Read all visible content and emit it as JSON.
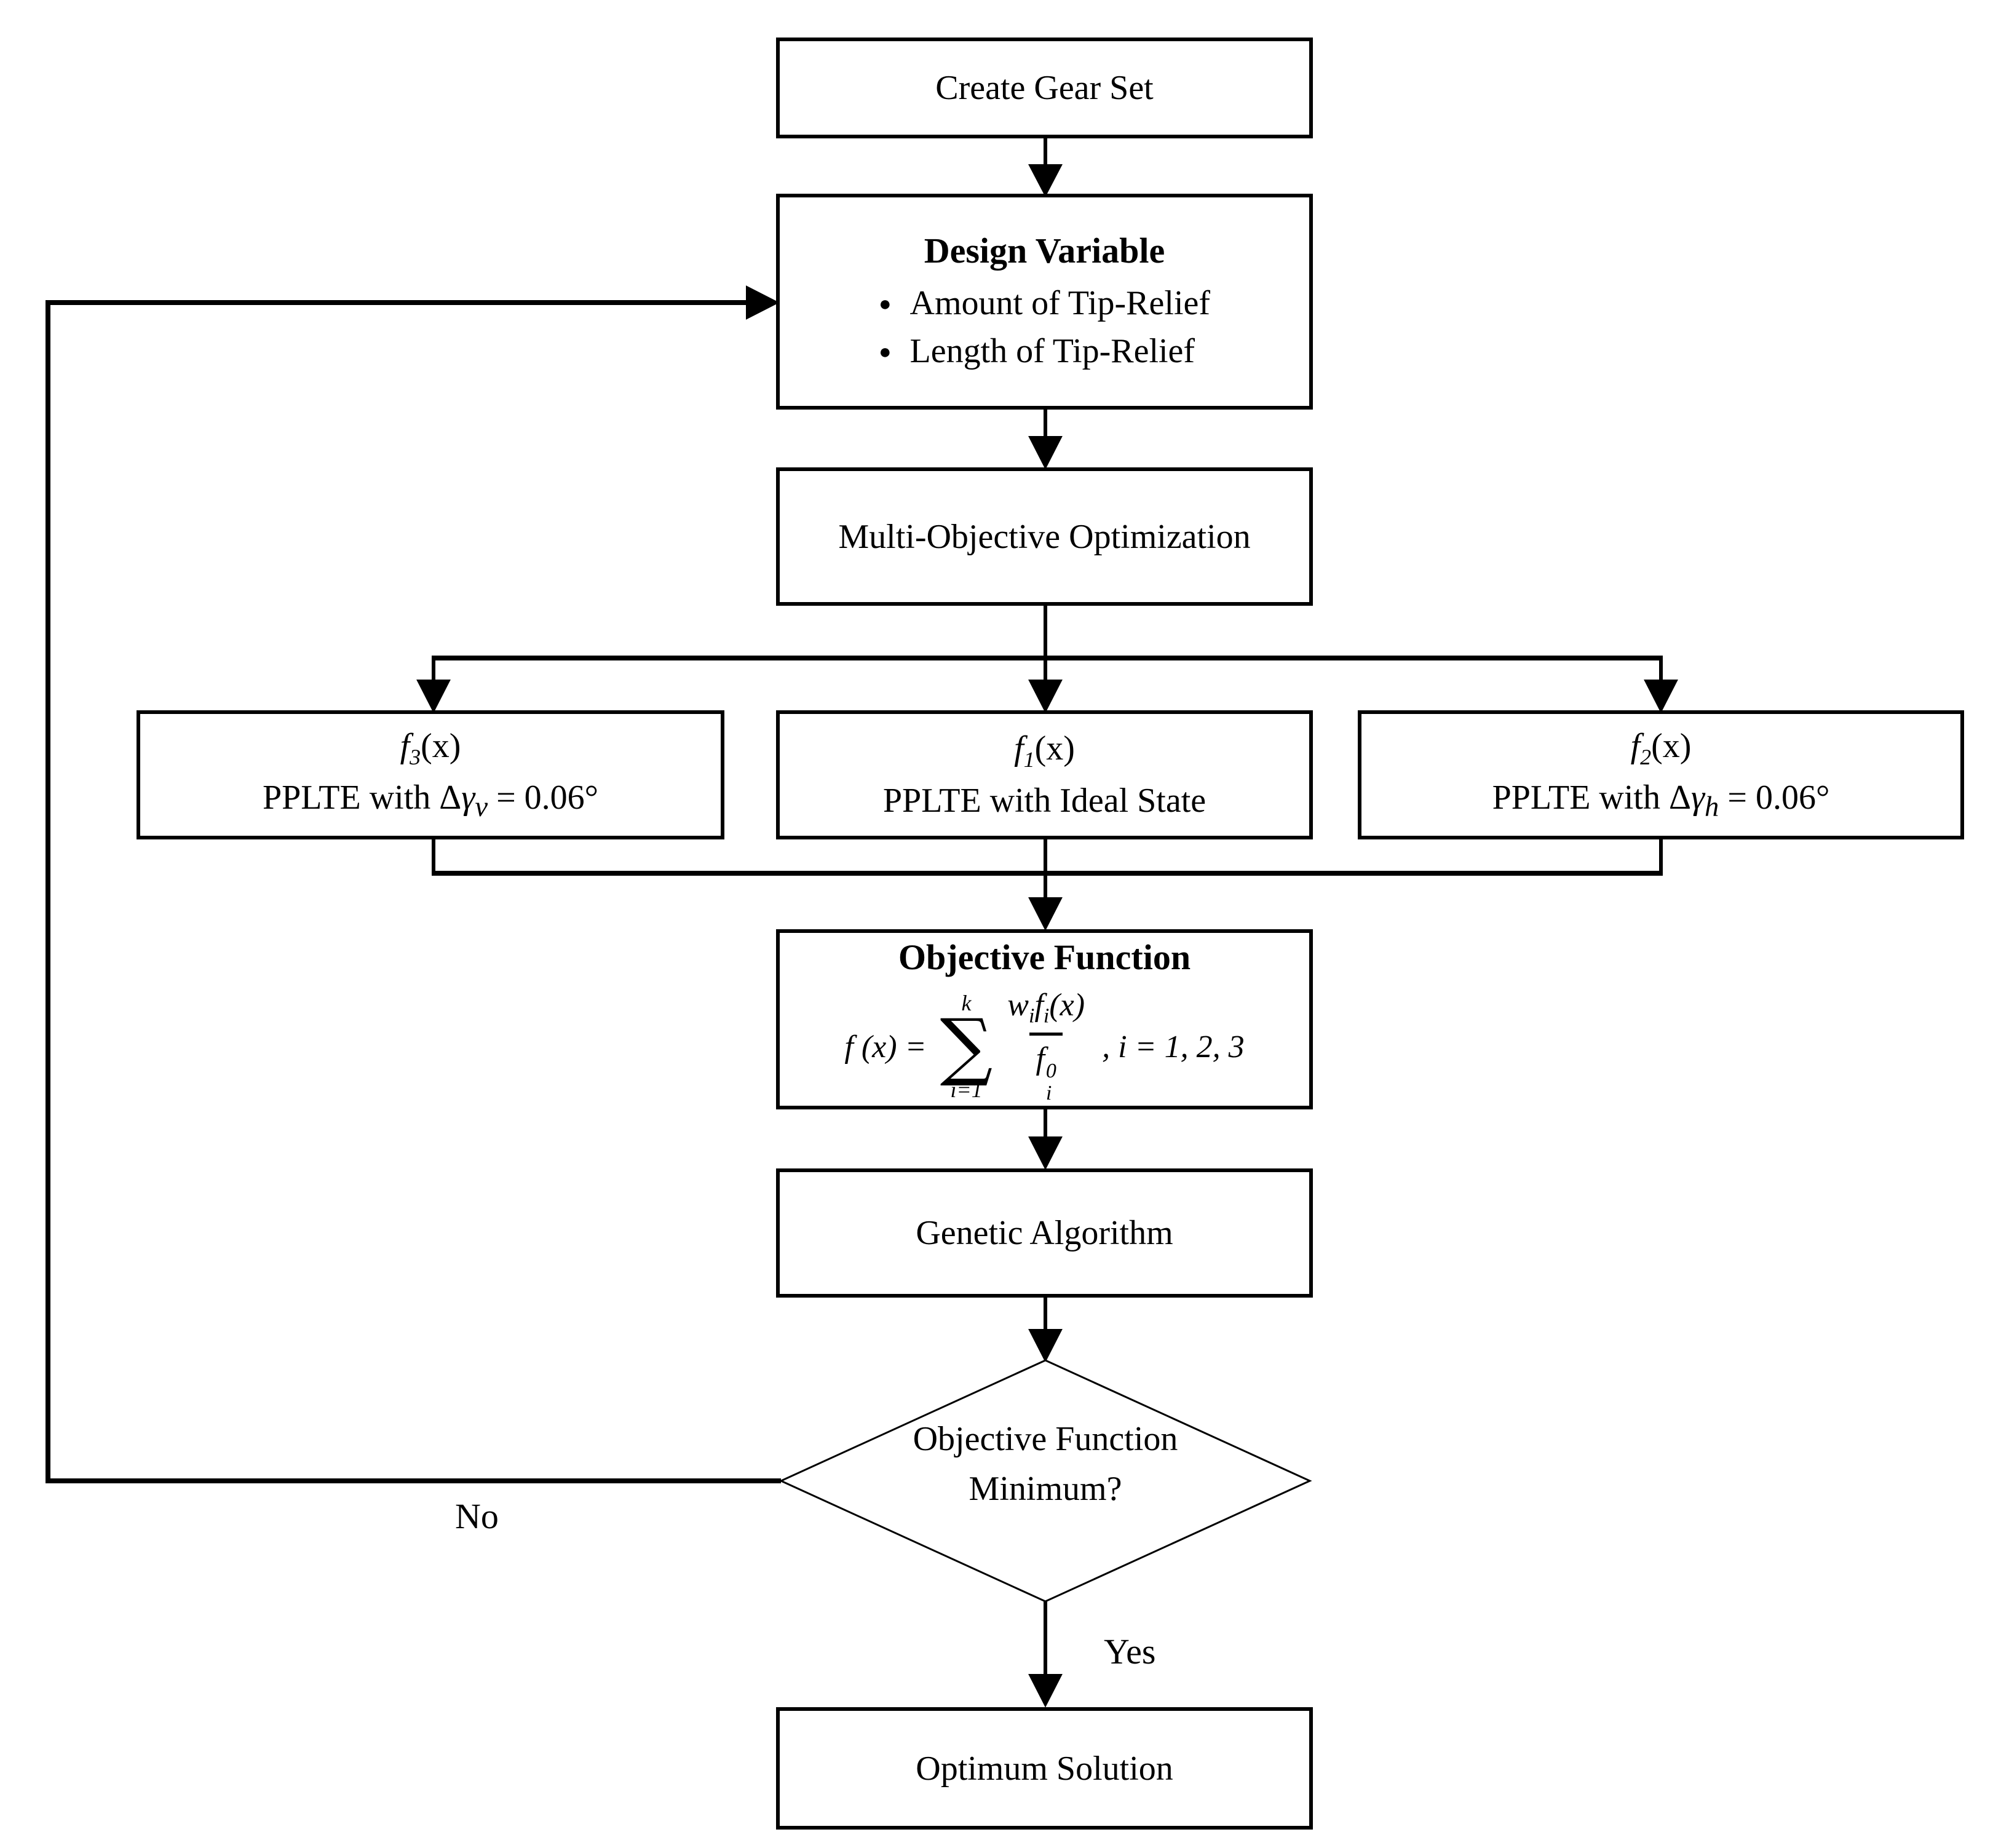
{
  "flowchart": {
    "nodes": {
      "create_gear_set": {
        "label": "Create Gear Set"
      },
      "design_variable": {
        "title": "Design Variable",
        "bullet_glyph": "●",
        "bullets": [
          "Amount of Tip-Relief",
          "Length of Tip-Relief"
        ]
      },
      "multi_objective": {
        "label": "Multi-Objective Optimization"
      },
      "f3": {
        "func_name": "f",
        "func_sub": "3",
        "func_args": "(x)",
        "desc_pre": "PPLTE with Δ",
        "desc_gamma": "γ",
        "desc_gamma_sub": "v",
        "desc_post": " = 0.06°"
      },
      "f1": {
        "func_name": "f",
        "func_sub": "1",
        "func_args": "(x)",
        "desc_pre": "PPLTE with Ideal State",
        "desc_gamma": "",
        "desc_gamma_sub": "",
        "desc_post": ""
      },
      "f2": {
        "func_name": "f",
        "func_sub": "2",
        "func_args": "(x)",
        "desc_pre": "PPLTE with Δ",
        "desc_gamma": "γ",
        "desc_gamma_sub": "h",
        "desc_post": " = 0.06°"
      },
      "objective_function": {
        "title": "Objective Function",
        "formula": {
          "lhs": "f (x) =",
          "sum_upper": "k",
          "sigma": "∑",
          "sum_lower": "i=1",
          "num_w": "w",
          "num_w_sub": "i",
          "num_f": "f",
          "num_f_sub": "i",
          "num_args": "(x)",
          "den_f": "f",
          "den_sup": "0",
          "den_sub": "i",
          "tail": ", i = 1, 2, 3"
        }
      },
      "genetic_algorithm": {
        "label": "Genetic Algorithm"
      },
      "decision": {
        "line1": "Objective Function",
        "line2": "Minimum?"
      },
      "optimum_solution": {
        "label": "Optimum Solution"
      }
    },
    "edge_labels": {
      "no": "No",
      "yes": "Yes"
    },
    "colors": {
      "line": "#000000",
      "background": "#ffffff",
      "box_fill": "#ffffff",
      "text": "#000000"
    }
  }
}
